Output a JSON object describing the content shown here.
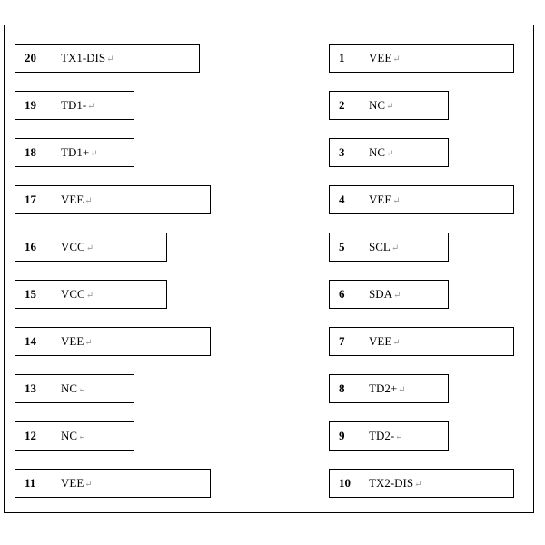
{
  "mark": "↵",
  "left_pins": [
    {
      "num": "20",
      "label": "TX1-DIS"
    },
    {
      "num": "19",
      "label": "TD1-"
    },
    {
      "num": "18",
      "label": "TD1+"
    },
    {
      "num": "17",
      "label": "VEE"
    },
    {
      "num": "16",
      "label": "VCC"
    },
    {
      "num": "15",
      "label": "VCC"
    },
    {
      "num": "14",
      "label": "VEE"
    },
    {
      "num": "13",
      "label": "NC"
    },
    {
      "num": "12",
      "label": "NC"
    },
    {
      "num": "11",
      "label": "VEE"
    }
  ],
  "right_pins": [
    {
      "num": "1",
      "label": "VEE"
    },
    {
      "num": "2",
      "label": "NC"
    },
    {
      "num": "3",
      "label": "NC"
    },
    {
      "num": "4",
      "label": "VEE"
    },
    {
      "num": "5",
      "label": "SCL"
    },
    {
      "num": "6",
      "label": "SDA"
    },
    {
      "num": "7",
      "label": "VEE"
    },
    {
      "num": "8",
      "label": "TD2+"
    },
    {
      "num": "9",
      "label": "TD2-"
    },
    {
      "num": "10",
      "label": "TX2-DIS"
    }
  ]
}
